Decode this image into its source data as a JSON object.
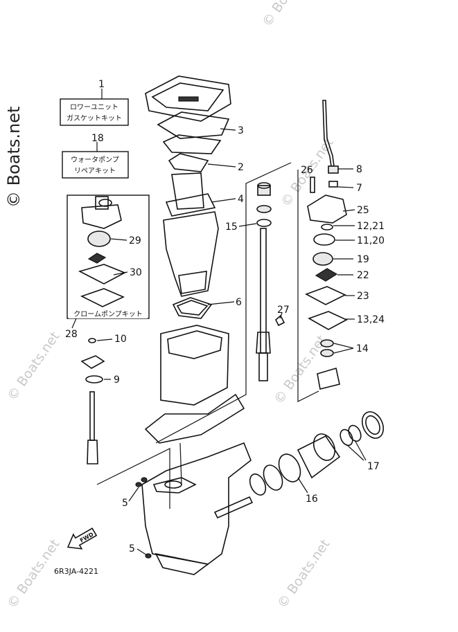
{
  "kits": {
    "gasket_kit": {
      "line1": "ロワーユニット",
      "line2": "ガスケットキット"
    },
    "water_pump_kit": {
      "line1": "ウォータポンプ",
      "line2": "リペアキット"
    },
    "chrome_pump_kit": {
      "label": "クロームポンプキット"
    }
  },
  "callouts": {
    "c1": "1",
    "c2": "2",
    "c3": "3",
    "c4": "4",
    "c5a": "5",
    "c5b": "5",
    "c6": "6",
    "c7": "7",
    "c8": "8",
    "c9": "9",
    "c10": "10",
    "c11_20": "11,20",
    "c12_21": "12,21",
    "c13_24": "13,24",
    "c14": "14",
    "c15": "15",
    "c16": "16",
    "c17": "17",
    "c18": "18",
    "c19": "19",
    "c22": "22",
    "c23": "23",
    "c25": "25",
    "c26": "26",
    "c27": "27",
    "c28": "28",
    "c29": "29",
    "c30": "30"
  },
  "fwd_label": "FWD",
  "diagram_code": "6R3JA-4221",
  "watermark": {
    "brand": "© Boats.net",
    "positions_note": ""
  }
}
